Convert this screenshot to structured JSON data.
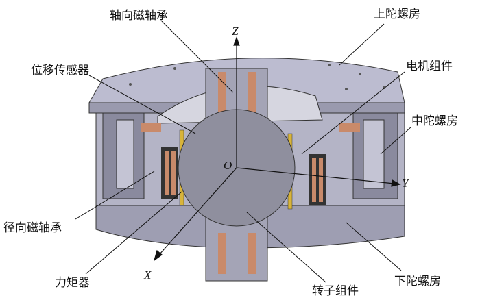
{
  "labels": {
    "axial_bearing": "轴向磁轴承",
    "upper_housing": "上陀螺房",
    "displacement_sensor": "位移传感器",
    "motor_assembly": "电机组件",
    "middle_housing": "中陀螺房",
    "radial_bearing": "径向磁轴承",
    "torquer": "力矩器",
    "rotor_assembly": "转子组件",
    "lower_housing": "下陀螺房"
  },
  "axes": {
    "z": "Z",
    "y": "Y",
    "x": "X",
    "origin": "O"
  },
  "colors": {
    "housing": "#a9a9bd",
    "housing_dark": "#7e7e92",
    "copper": "#c98a6a",
    "gold": "#d8b43a",
    "rotor": "#8f8f9e"
  }
}
